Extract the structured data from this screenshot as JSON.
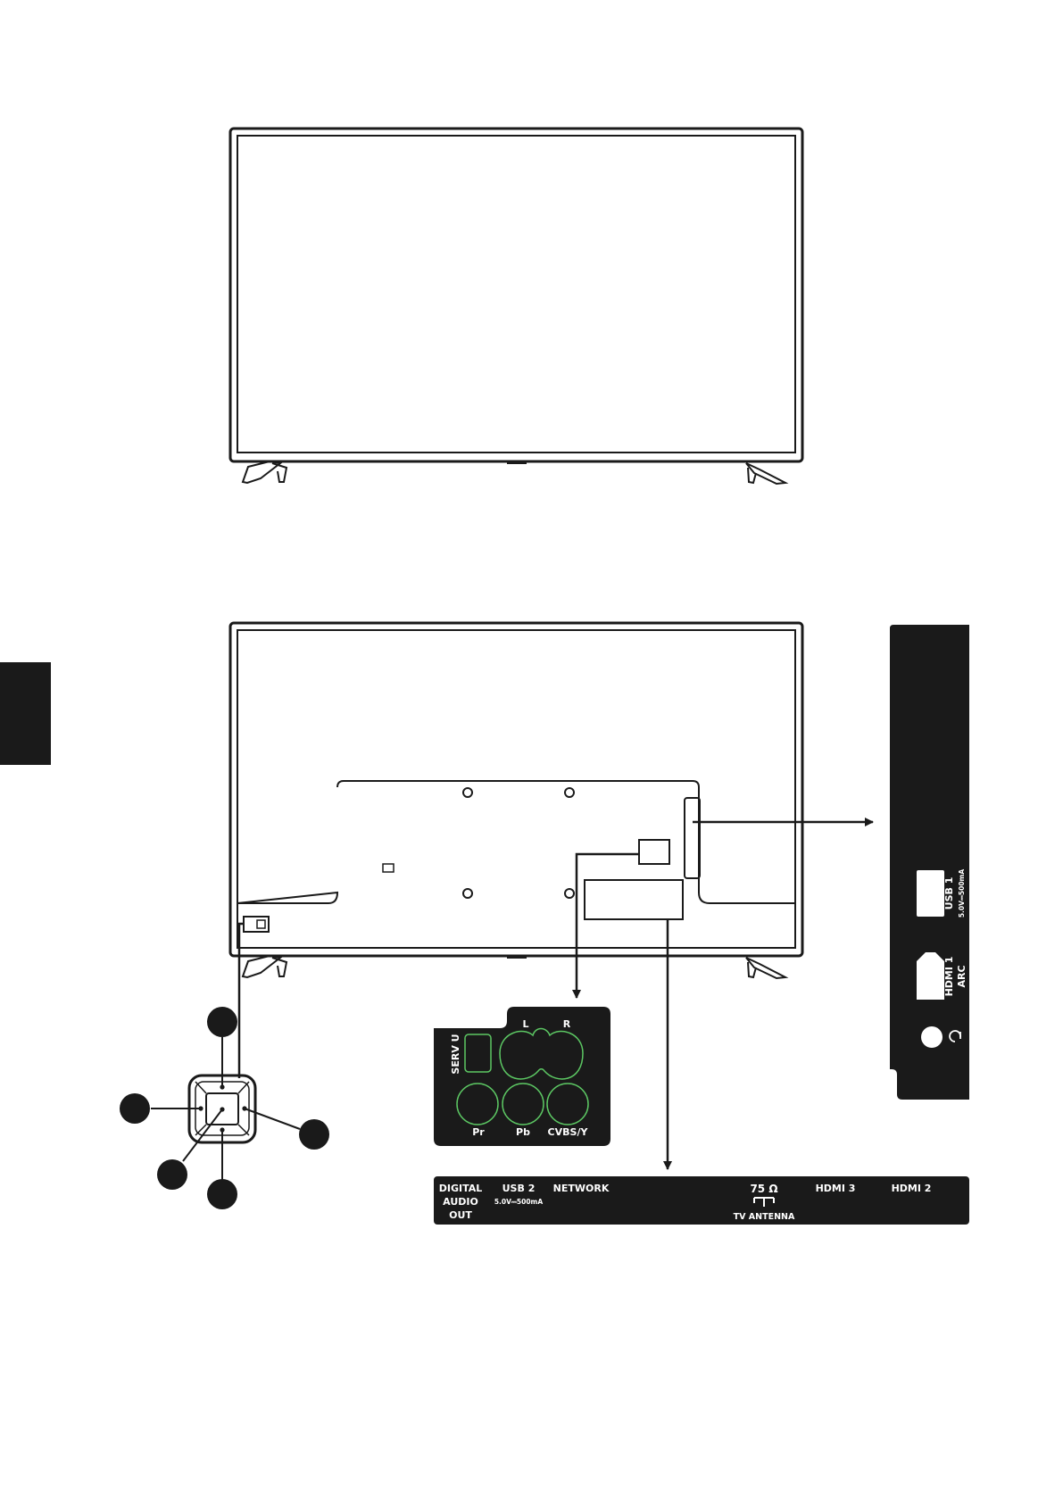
{
  "av_panel": {
    "service": "SERV U",
    "left": "L",
    "right": "R",
    "pr": "Pr",
    "pb": "Pb",
    "cvbs": "CVBS/Y"
  },
  "bottom_panel": {
    "digital_audio_1": "DIGITAL",
    "digital_audio_2": "AUDIO",
    "digital_audio_3": "OUT",
    "usb2": "USB 2",
    "usb2_rating": "5.0V⎓500mA",
    "network": "NETWORK",
    "antenna_ohms": "75 Ω",
    "antenna": "TV ANTENNA",
    "hdmi3": "HDMI 3",
    "hdmi2": "HDMI 2"
  },
  "side_panel": {
    "usb1": "USB 1",
    "usb1_rating": "5.0V⎓500mA",
    "hdmi1": "HDMI 1",
    "arc": "ARC"
  },
  "colors": {
    "panel": "#1a1a1a",
    "line": "#1a1a1a",
    "jack_ring": "#5cc763",
    "page": "#ffffff"
  }
}
